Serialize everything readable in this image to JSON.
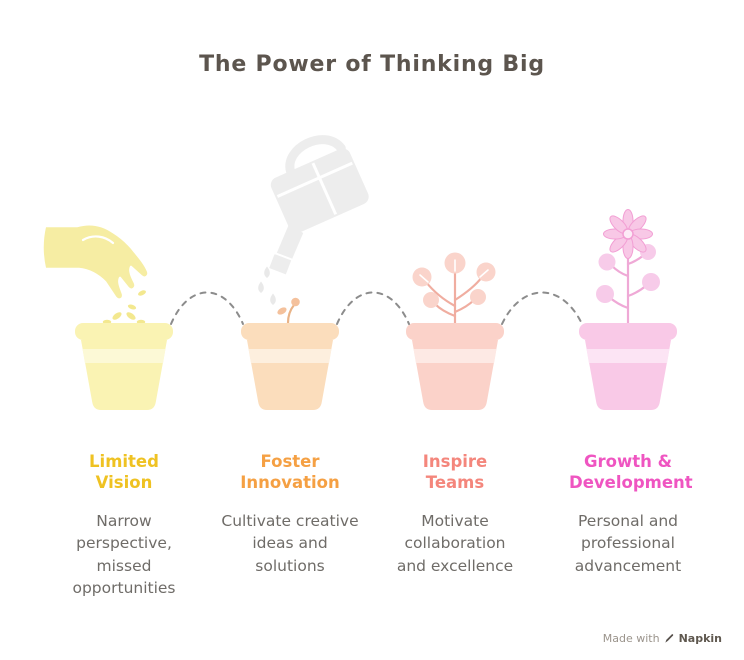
{
  "title": "The Power of Thinking Big",
  "colors": {
    "background": "#FFFFFF",
    "title_color": "#5C554E",
    "text_color": "#6F6C68",
    "connector_color": "#8C8C8C",
    "watermark_color": "#9B948C",
    "brand_color": "#5F584F"
  },
  "stages": [
    {
      "heading": "Limited Vision",
      "heading_color": "#EFC222",
      "description": "Narrow perspective, missed opportunities",
      "pot_color": "#FAF3B3",
      "pot_stripe_color": "#FCF9D6",
      "illustration": "hand-planting-seeds"
    },
    {
      "heading": "Foster Innovation",
      "heading_color": "#F5A043",
      "description": "Cultivate creative ideas and solutions",
      "pot_color": "#FBDDBC",
      "pot_stripe_color": "#FDEFDE",
      "illustration": "watering-can-sprout"
    },
    {
      "heading": "Inspire Teams",
      "heading_color": "#F4867C",
      "description": "Motivate collaboration and excellence",
      "pot_color": "#FBD2C9",
      "pot_stripe_color": "#FDE9E4",
      "illustration": "seedling-plant"
    },
    {
      "heading": "Growth & Development",
      "heading_color": "#EF55C1",
      "description": "Personal and professional advancement",
      "pot_color": "#F9C9E7",
      "pot_stripe_color": "#FCE4F4",
      "illustration": "flowering-plant"
    }
  ],
  "watermark": {
    "prefix": "Made with",
    "brand": "Napkin"
  }
}
